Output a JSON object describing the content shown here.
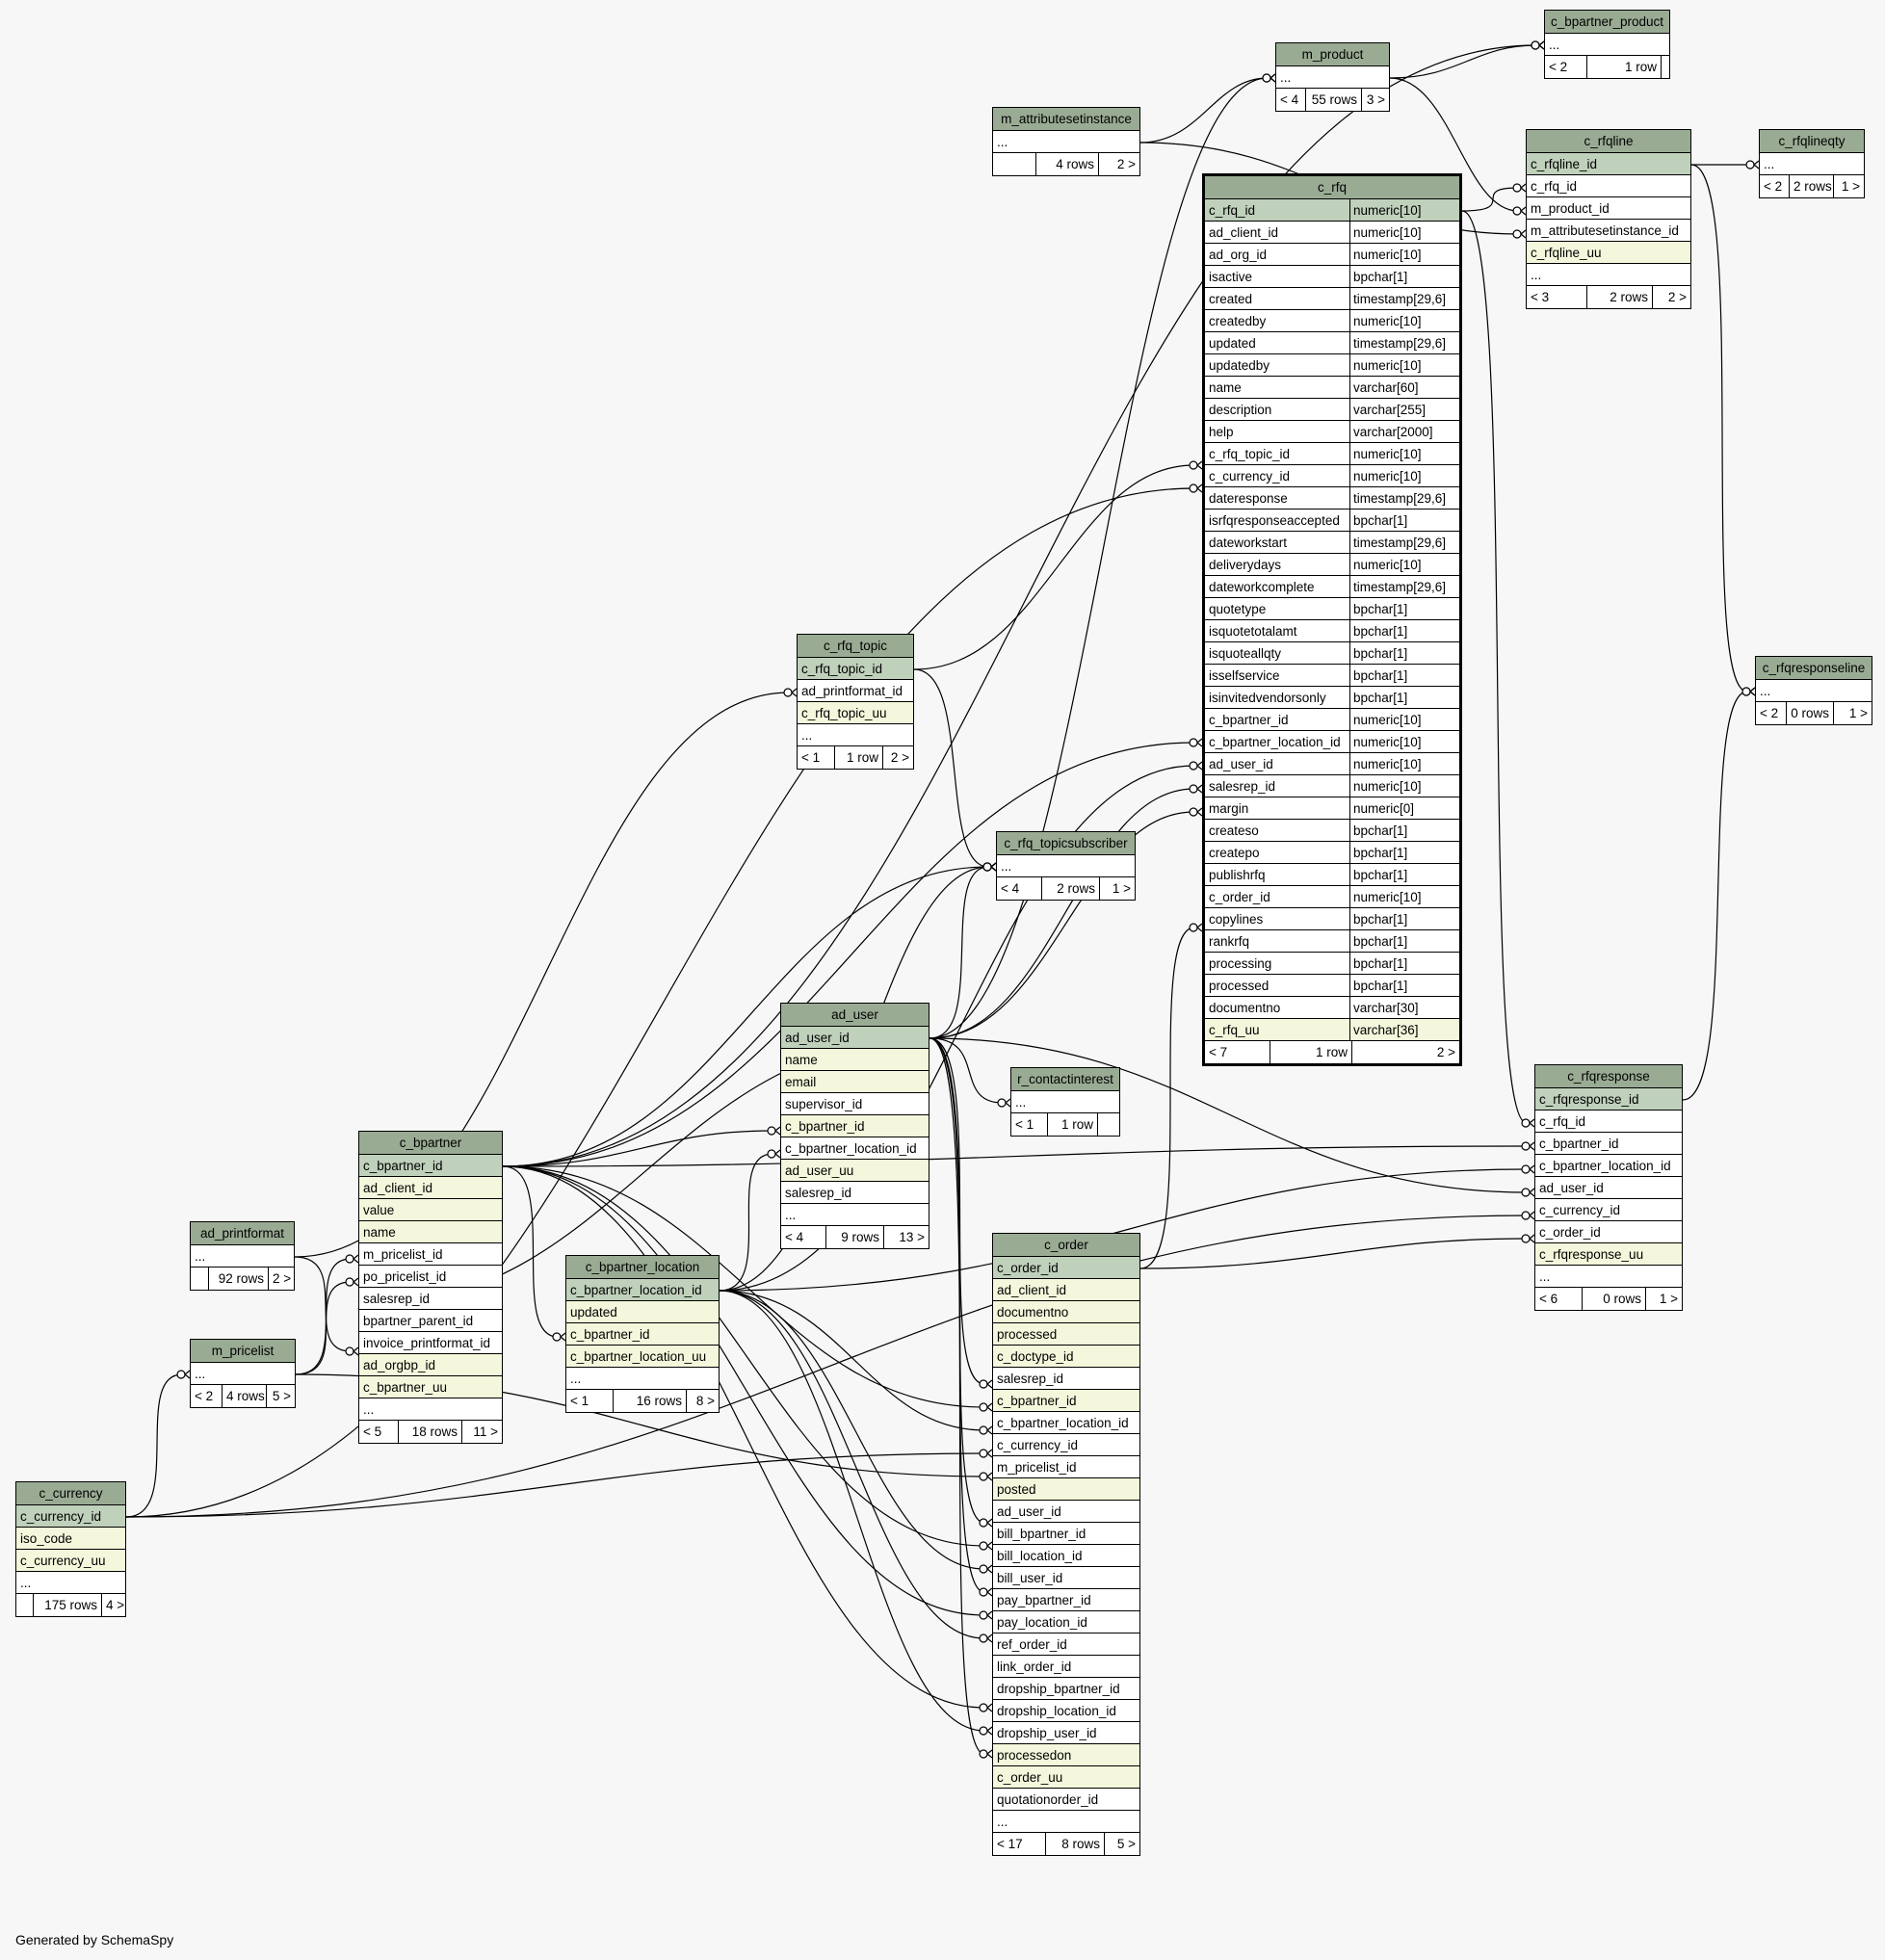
{
  "credit": "Generated by SchemaSpy",
  "tables": [
    {
      "id": "c_bpartner_product",
      "name": "c_bpartner_product",
      "rows": [
        [
          "..."
        ]
      ],
      "foot": [
        "< 2",
        "1 row",
        ""
      ]
    },
    {
      "id": "m_product",
      "name": "m_product",
      "rows": [
        [
          "..."
        ]
      ],
      "foot": [
        "< 4",
        "55 rows",
        "3 >"
      ]
    },
    {
      "id": "m_attributesetinstance",
      "name": "m_attributesetinstance",
      "rows": [
        [
          "..."
        ]
      ],
      "foot": [
        "",
        "4 rows",
        "2 >"
      ]
    },
    {
      "id": "c_rfqline",
      "name": "c_rfqline",
      "rows": [
        [
          "c_rfqline_id",
          "",
          "pk"
        ],
        [
          "c_rfq_id"
        ],
        [
          "m_product_id"
        ],
        [
          "m_attributesetinstance_id"
        ],
        [
          "c_rfqline_uu",
          "",
          "idx"
        ],
        [
          "..."
        ]
      ],
      "foot": [
        "< 3",
        "2 rows",
        "2 >"
      ]
    },
    {
      "id": "c_rfqlineqty",
      "name": "c_rfqlineqty",
      "rows": [
        [
          "..."
        ]
      ],
      "foot": [
        "< 2",
        "2 rows",
        "1 >"
      ]
    },
    {
      "id": "c_rfq",
      "name": "c_rfq",
      "rows": [
        [
          "c_rfq_id",
          "numeric[10]",
          "pk"
        ],
        [
          "ad_client_id",
          "numeric[10]"
        ],
        [
          "ad_org_id",
          "numeric[10]"
        ],
        [
          "isactive",
          "bpchar[1]"
        ],
        [
          "created",
          "timestamp[29,6]"
        ],
        [
          "createdby",
          "numeric[10]"
        ],
        [
          "updated",
          "timestamp[29,6]"
        ],
        [
          "updatedby",
          "numeric[10]"
        ],
        [
          "name",
          "varchar[60]"
        ],
        [
          "description",
          "varchar[255]"
        ],
        [
          "help",
          "varchar[2000]"
        ],
        [
          "c_rfq_topic_id",
          "numeric[10]"
        ],
        [
          "c_currency_id",
          "numeric[10]"
        ],
        [
          "dateresponse",
          "timestamp[29,6]"
        ],
        [
          "isrfqresponseaccepted",
          "bpchar[1]"
        ],
        [
          "dateworkstart",
          "timestamp[29,6]"
        ],
        [
          "deliverydays",
          "numeric[10]"
        ],
        [
          "dateworkcomplete",
          "timestamp[29,6]"
        ],
        [
          "quotetype",
          "bpchar[1]"
        ],
        [
          "isquotetotalamt",
          "bpchar[1]"
        ],
        [
          "isquoteallqty",
          "bpchar[1]"
        ],
        [
          "isselfservice",
          "bpchar[1]"
        ],
        [
          "isinvitedvendorsonly",
          "bpchar[1]"
        ],
        [
          "c_bpartner_id",
          "numeric[10]"
        ],
        [
          "c_bpartner_location_id",
          "numeric[10]"
        ],
        [
          "ad_user_id",
          "numeric[10]"
        ],
        [
          "salesrep_id",
          "numeric[10]"
        ],
        [
          "margin",
          "numeric[0]"
        ],
        [
          "createso",
          "bpchar[1]"
        ],
        [
          "createpo",
          "bpchar[1]"
        ],
        [
          "publishrfq",
          "bpchar[1]"
        ],
        [
          "c_order_id",
          "numeric[10]"
        ],
        [
          "copylines",
          "bpchar[1]"
        ],
        [
          "rankrfq",
          "bpchar[1]"
        ],
        [
          "processing",
          "bpchar[1]"
        ],
        [
          "processed",
          "bpchar[1]"
        ],
        [
          "documentno",
          "varchar[30]"
        ],
        [
          "c_rfq_uu",
          "varchar[36]",
          "idx"
        ]
      ],
      "foot": [
        "< 7",
        "1 row",
        "2 >"
      ]
    },
    {
      "id": "c_rfq_topic",
      "name": "c_rfq_topic",
      "rows": [
        [
          "c_rfq_topic_id",
          "",
          "pk"
        ],
        [
          "ad_printformat_id"
        ],
        [
          "c_rfq_topic_uu",
          "",
          "idx"
        ],
        [
          "..."
        ]
      ],
      "foot": [
        "< 1",
        "1 row",
        "2 >"
      ]
    },
    {
      "id": "c_rfq_topicsubscriber",
      "name": "c_rfq_topicsubscriber",
      "rows": [
        [
          "..."
        ]
      ],
      "foot": [
        "< 4",
        "2 rows",
        "1 >"
      ]
    },
    {
      "id": "c_rfqresponseline",
      "name": "c_rfqresponseline",
      "rows": [
        [
          "..."
        ]
      ],
      "foot": [
        "< 2",
        "0 rows",
        "1 >"
      ]
    },
    {
      "id": "ad_user",
      "name": "ad_user",
      "rows": [
        [
          "ad_user_id",
          "",
          "pk"
        ],
        [
          "name",
          "",
          "idx"
        ],
        [
          "email",
          "",
          "idx"
        ],
        [
          "supervisor_id"
        ],
        [
          "c_bpartner_id",
          "",
          "idx"
        ],
        [
          "c_bpartner_location_id"
        ],
        [
          "ad_user_uu",
          "",
          "idx"
        ],
        [
          "salesrep_id"
        ],
        [
          "..."
        ]
      ],
      "foot": [
        "< 4",
        "9 rows",
        "13 >"
      ]
    },
    {
      "id": "r_contactinterest",
      "name": "r_contactinterest",
      "rows": [
        [
          "..."
        ]
      ],
      "foot": [
        "< 1",
        "1 row",
        ""
      ]
    },
    {
      "id": "c_rfqresponse",
      "name": "c_rfqresponse",
      "rows": [
        [
          "c_rfqresponse_id",
          "",
          "pk"
        ],
        [
          "c_rfq_id"
        ],
        [
          "c_bpartner_id"
        ],
        [
          "c_bpartner_location_id"
        ],
        [
          "ad_user_id"
        ],
        [
          "c_currency_id"
        ],
        [
          "c_order_id"
        ],
        [
          "c_rfqresponse_uu",
          "",
          "idx"
        ],
        [
          "..."
        ]
      ],
      "foot": [
        "< 6",
        "0 rows",
        "1 >"
      ]
    },
    {
      "id": "c_bpartner",
      "name": "c_bpartner",
      "rows": [
        [
          "c_bpartner_id",
          "",
          "pk"
        ],
        [
          "ad_client_id",
          "",
          "idx"
        ],
        [
          "value",
          "",
          "idx"
        ],
        [
          "name",
          "",
          "idx"
        ],
        [
          "m_pricelist_id"
        ],
        [
          "po_pricelist_id"
        ],
        [
          "salesrep_id"
        ],
        [
          "bpartner_parent_id"
        ],
        [
          "invoice_printformat_id"
        ],
        [
          "ad_orgbp_id",
          "",
          "idx"
        ],
        [
          "c_bpartner_uu",
          "",
          "idx"
        ],
        [
          "..."
        ]
      ],
      "foot": [
        "< 5",
        "18 rows",
        "11 >"
      ]
    },
    {
      "id": "ad_printformat",
      "name": "ad_printformat",
      "rows": [
        [
          "..."
        ]
      ],
      "foot": [
        "",
        "92 rows",
        "2 >"
      ]
    },
    {
      "id": "m_pricelist",
      "name": "m_pricelist",
      "rows": [
        [
          "..."
        ]
      ],
      "foot": [
        "< 2",
        "4 rows",
        "5 >"
      ]
    },
    {
      "id": "c_bpartner_location",
      "name": "c_bpartner_location",
      "rows": [
        [
          "c_bpartner_location_id",
          "",
          "pk"
        ],
        [
          "updated",
          "",
          "idx"
        ],
        [
          "c_bpartner_id",
          "",
          "idx"
        ],
        [
          "c_bpartner_location_uu",
          "",
          "idx"
        ],
        [
          "..."
        ]
      ],
      "foot": [
        "< 1",
        "16 rows",
        "8 >"
      ]
    },
    {
      "id": "c_order",
      "name": "c_order",
      "rows": [
        [
          "c_order_id",
          "",
          "pk"
        ],
        [
          "ad_client_id",
          "",
          "idx"
        ],
        [
          "documentno",
          "",
          "idx"
        ],
        [
          "processed",
          "",
          "idx"
        ],
        [
          "c_doctype_id",
          "",
          "idx"
        ],
        [
          "salesrep_id"
        ],
        [
          "c_bpartner_id",
          "",
          "idx"
        ],
        [
          "c_bpartner_location_id"
        ],
        [
          "c_currency_id"
        ],
        [
          "m_pricelist_id"
        ],
        [
          "posted",
          "",
          "idx"
        ],
        [
          "ad_user_id"
        ],
        [
          "bill_bpartner_id"
        ],
        [
          "bill_location_id"
        ],
        [
          "bill_user_id"
        ],
        [
          "pay_bpartner_id"
        ],
        [
          "pay_location_id"
        ],
        [
          "ref_order_id"
        ],
        [
          "link_order_id"
        ],
        [
          "dropship_bpartner_id"
        ],
        [
          "dropship_location_id"
        ],
        [
          "dropship_user_id"
        ],
        [
          "processedon",
          "",
          "idx"
        ],
        [
          "c_order_uu",
          "",
          "idx"
        ],
        [
          "quotationorder_id"
        ],
        [
          "..."
        ]
      ],
      "foot": [
        "< 17",
        "8 rows",
        "5 >"
      ]
    },
    {
      "id": "c_currency",
      "name": "c_currency",
      "rows": [
        [
          "c_currency_id",
          "",
          "pk"
        ],
        [
          "iso_code",
          "",
          "idx"
        ],
        [
          "c_currency_uu",
          "",
          "idx"
        ],
        [
          "..."
        ]
      ],
      "foot": [
        "",
        "175 rows",
        "4 >"
      ]
    }
  ]
}
